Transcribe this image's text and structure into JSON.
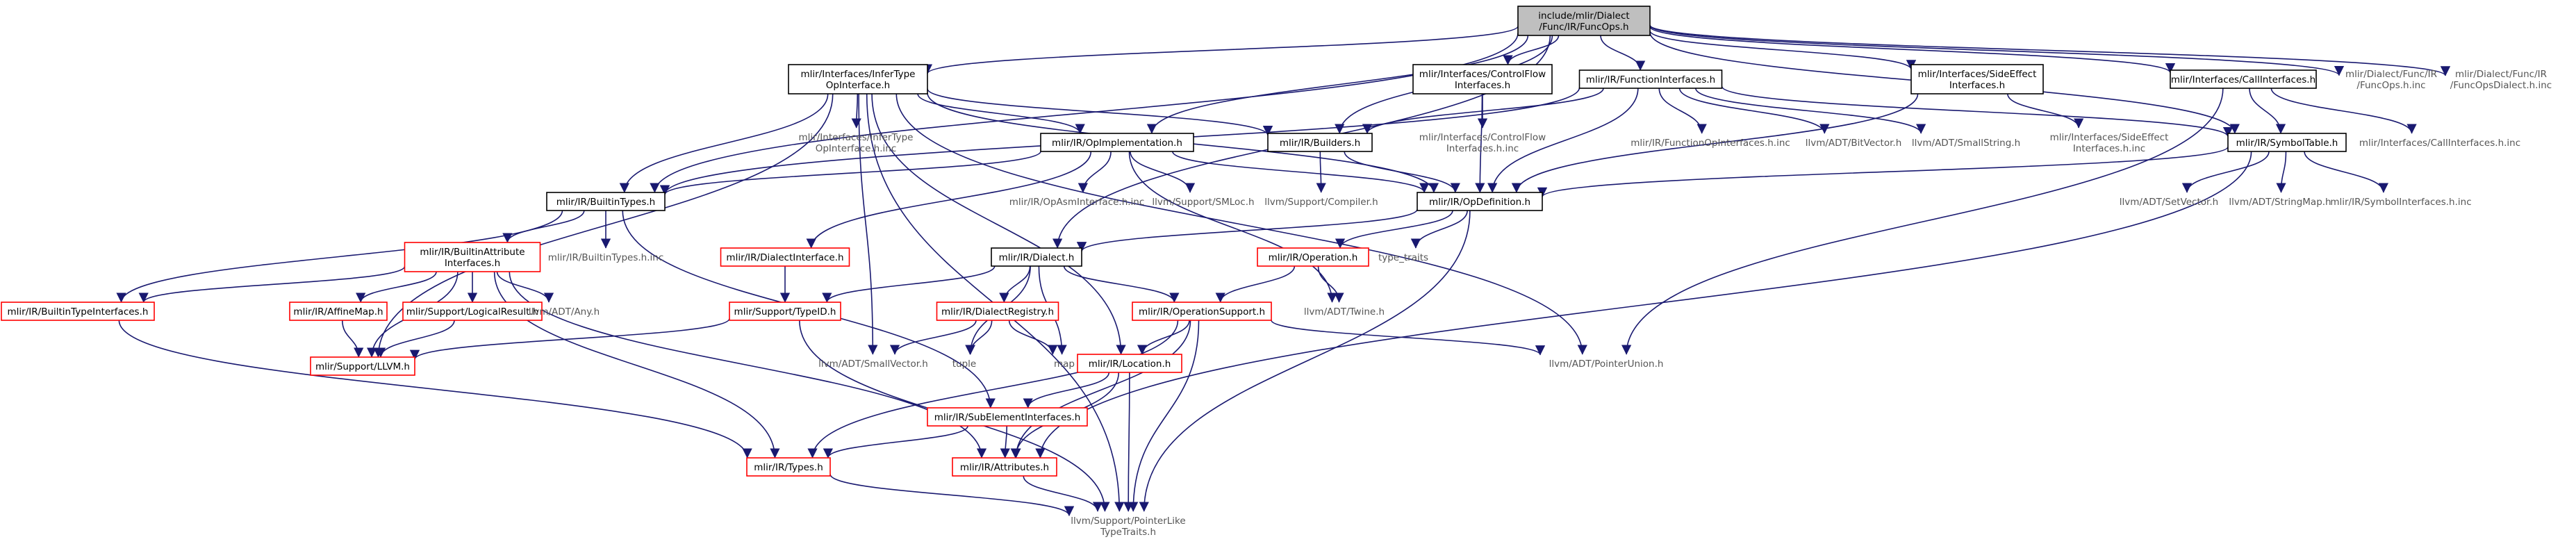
{
  "graph": {
    "nodes": [
      {
        "id": "root",
        "lines": [
          "include/mlir/Dialect",
          "/Func/IR/FuncOps.h"
        ],
        "style": "root"
      },
      {
        "id": "infertype",
        "lines": [
          "mlir/Interfaces/InferType",
          "OpInterface.h"
        ],
        "style": "black"
      },
      {
        "id": "controlflow",
        "lines": [
          "mlir/Interfaces/ControlFlow",
          "Interfaces.h"
        ],
        "style": "black"
      },
      {
        "id": "funcif",
        "lines": [
          "mlir/IR/FunctionInterfaces.h"
        ],
        "style": "black"
      },
      {
        "id": "sideeffect",
        "lines": [
          "mlir/Interfaces/SideEffect",
          "Interfaces.h"
        ],
        "style": "black"
      },
      {
        "id": "callif",
        "lines": [
          "mlir/Interfaces/CallInterfaces.h"
        ],
        "style": "black"
      },
      {
        "id": "funcopsinc",
        "lines": [
          "mlir/Dialect/Func/IR",
          "/FuncOps.h.inc"
        ],
        "style": "plain"
      },
      {
        "id": "funcopsdialectinc",
        "lines": [
          "mlir/Dialect/Func/IR",
          "/FuncOpsDialect.h.inc"
        ],
        "style": "plain"
      },
      {
        "id": "infertypeinc",
        "lines": [
          "mlir/Interfaces/InferType",
          "OpInterface.h.inc"
        ],
        "style": "plain"
      },
      {
        "id": "opimpl",
        "lines": [
          "mlir/IR/OpImplementation.h"
        ],
        "style": "black"
      },
      {
        "id": "builders",
        "lines": [
          "mlir/IR/Builders.h"
        ],
        "style": "black"
      },
      {
        "id": "controlflowinc",
        "lines": [
          "mlir/Interfaces/ControlFlow",
          "Interfaces.h.inc"
        ],
        "style": "plain"
      },
      {
        "id": "funcopinc",
        "lines": [
          "mlir/IR/FunctionOpInterfaces.h.inc"
        ],
        "style": "plain"
      },
      {
        "id": "bitvector",
        "lines": [
          "llvm/ADT/BitVector.h"
        ],
        "style": "plain"
      },
      {
        "id": "smallstring",
        "lines": [
          "llvm/ADT/SmallString.h"
        ],
        "style": "plain"
      },
      {
        "id": "sideeffectinc",
        "lines": [
          "mlir/Interfaces/SideEffect",
          "Interfaces.h.inc"
        ],
        "style": "plain"
      },
      {
        "id": "symboltable",
        "lines": [
          "mlir/IR/SymbolTable.h"
        ],
        "style": "black"
      },
      {
        "id": "callifinc",
        "lines": [
          "mlir/Interfaces/CallInterfaces.h.inc"
        ],
        "style": "plain"
      },
      {
        "id": "builtintypes",
        "lines": [
          "mlir/IR/BuiltinTypes.h"
        ],
        "style": "black"
      },
      {
        "id": "opasmif",
        "lines": [
          "mlir/IR/OpAsmInterface.h.inc"
        ],
        "style": "plain"
      },
      {
        "id": "smloc",
        "lines": [
          "llvm/Support/SMLoc.h"
        ],
        "style": "plain"
      },
      {
        "id": "compiler",
        "lines": [
          "llvm/Support/Compiler.h"
        ],
        "style": "plain"
      },
      {
        "id": "opdef",
        "lines": [
          "mlir/IR/OpDefinition.h"
        ],
        "style": "black"
      },
      {
        "id": "setvector",
        "lines": [
          "llvm/ADT/SetVector.h"
        ],
        "style": "plain"
      },
      {
        "id": "stringmap",
        "lines": [
          "llvm/ADT/StringMap.h"
        ],
        "style": "plain"
      },
      {
        "id": "symbolifinc",
        "lines": [
          "mlir/IR/SymbolInterfaces.h.inc"
        ],
        "style": "plain"
      },
      {
        "id": "builtinattrif",
        "lines": [
          "mlir/IR/BuiltinAttribute",
          "Interfaces.h"
        ],
        "style": "red"
      },
      {
        "id": "builtintypesinc",
        "lines": [
          "mlir/IR/BuiltinTypes.h.inc"
        ],
        "style": "plain"
      },
      {
        "id": "dialectif",
        "lines": [
          "mlir/IR/DialectInterface.h"
        ],
        "style": "red"
      },
      {
        "id": "dialect",
        "lines": [
          "mlir/IR/Dialect.h"
        ],
        "style": "black"
      },
      {
        "id": "operation",
        "lines": [
          "mlir/IR/Operation.h"
        ],
        "style": "red"
      },
      {
        "id": "typetraits",
        "lines": [
          "type_traits"
        ],
        "style": "plain"
      },
      {
        "id": "builtintypeif",
        "lines": [
          "mlir/IR/BuiltinTypeInterfaces.h"
        ],
        "style": "red"
      },
      {
        "id": "affinemap",
        "lines": [
          "mlir/IR/AffineMap.h"
        ],
        "style": "red"
      },
      {
        "id": "logicalresult",
        "lines": [
          "mlir/Support/LogicalResult.h"
        ],
        "style": "red"
      },
      {
        "id": "any",
        "lines": [
          "llvm/ADT/Any.h"
        ],
        "style": "plain"
      },
      {
        "id": "typeid",
        "lines": [
          "mlir/Support/TypeID.h"
        ],
        "style": "red"
      },
      {
        "id": "dialectregistry",
        "lines": [
          "mlir/IR/DialectRegistry.h"
        ],
        "style": "red"
      },
      {
        "id": "opsupport",
        "lines": [
          "mlir/IR/OperationSupport.h"
        ],
        "style": "red"
      },
      {
        "id": "twine",
        "lines": [
          "llvm/ADT/Twine.h"
        ],
        "style": "plain"
      },
      {
        "id": "llvmh",
        "lines": [
          "mlir/Support/LLVM.h"
        ],
        "style": "red"
      },
      {
        "id": "smallvector",
        "lines": [
          "llvm/ADT/SmallVector.h"
        ],
        "style": "plain"
      },
      {
        "id": "tuple",
        "lines": [
          "tuple"
        ],
        "style": "plain"
      },
      {
        "id": "map",
        "lines": [
          "map"
        ],
        "style": "plain"
      },
      {
        "id": "location",
        "lines": [
          "mlir/IR/Location.h"
        ],
        "style": "red"
      },
      {
        "id": "pointerunion",
        "lines": [
          "llvm/ADT/PointerUnion.h"
        ],
        "style": "plain"
      },
      {
        "id": "subelement",
        "lines": [
          "mlir/IR/SubElementInterfaces.h"
        ],
        "style": "red"
      },
      {
        "id": "types",
        "lines": [
          "mlir/IR/Types.h"
        ],
        "style": "red"
      },
      {
        "id": "attributes",
        "lines": [
          "mlir/IR/Attributes.h"
        ],
        "style": "red"
      },
      {
        "id": "pointerlike",
        "lines": [
          "llvm/Support/PointerLike",
          "TypeTraits.h"
        ],
        "style": "plain"
      }
    ],
    "edges": [
      [
        "root",
        "infertype"
      ],
      [
        "root",
        "controlflow"
      ],
      [
        "root",
        "funcif"
      ],
      [
        "root",
        "sideeffect"
      ],
      [
        "root",
        "callif"
      ],
      [
        "root",
        "funcopsinc"
      ],
      [
        "root",
        "funcopsdialectinc"
      ],
      [
        "root",
        "builtintypes"
      ],
      [
        "root",
        "opimpl"
      ],
      [
        "root",
        "builders"
      ],
      [
        "root",
        "symboltable"
      ],
      [
        "root",
        "dialect"
      ],
      [
        "infertype",
        "infertypeinc"
      ],
      [
        "infertype",
        "builtintypes"
      ],
      [
        "infertype",
        "builders"
      ],
      [
        "infertype",
        "opdef"
      ],
      [
        "infertype",
        "opimpl"
      ],
      [
        "infertype",
        "llvmh"
      ],
      [
        "infertype",
        "smallvector"
      ],
      [
        "infertype",
        "location"
      ],
      [
        "infertype",
        "pointerlike"
      ],
      [
        "infertype",
        "pointerunion"
      ],
      [
        "controlflow",
        "controlflowinc"
      ],
      [
        "controlflow",
        "opdef"
      ],
      [
        "funcif",
        "funcopinc"
      ],
      [
        "funcif",
        "bitvector"
      ],
      [
        "funcif",
        "smallstring"
      ],
      [
        "funcif",
        "builtintypes"
      ],
      [
        "funcif",
        "builders"
      ],
      [
        "funcif",
        "opdef"
      ],
      [
        "funcif",
        "symboltable"
      ],
      [
        "sideeffect",
        "sideeffectinc"
      ],
      [
        "sideeffect",
        "opdef"
      ],
      [
        "callif",
        "callifinc"
      ],
      [
        "callif",
        "symboltable"
      ],
      [
        "callif",
        "pointerunion"
      ],
      [
        "opimpl",
        "builtintypes"
      ],
      [
        "opimpl",
        "opasmif"
      ],
      [
        "opimpl",
        "smloc"
      ],
      [
        "opimpl",
        "opdef"
      ],
      [
        "opimpl",
        "dialectif"
      ],
      [
        "opimpl",
        "twine"
      ],
      [
        "builders",
        "compiler"
      ],
      [
        "builders",
        "opdef"
      ],
      [
        "symboltable",
        "opdef"
      ],
      [
        "symboltable",
        "setvector"
      ],
      [
        "symboltable",
        "stringmap"
      ],
      [
        "symboltable",
        "symbolifinc"
      ],
      [
        "symboltable",
        "attributes"
      ],
      [
        "builtintypes",
        "builtinattrif"
      ],
      [
        "builtintypes",
        "builtintypesinc"
      ],
      [
        "builtintypes",
        "builtintypeif"
      ],
      [
        "builtintypes",
        "subelement"
      ],
      [
        "opdef",
        "dialect"
      ],
      [
        "opdef",
        "operation"
      ],
      [
        "opdef",
        "typetraits"
      ],
      [
        "opdef",
        "pointerlike"
      ],
      [
        "builtinattrif",
        "builtintypeif"
      ],
      [
        "builtinattrif",
        "affinemap"
      ],
      [
        "builtinattrif",
        "logicalresult"
      ],
      [
        "builtinattrif",
        "any"
      ],
      [
        "builtinattrif",
        "types"
      ],
      [
        "builtinattrif",
        "llvmh"
      ],
      [
        "builtinattrif",
        "attributes"
      ],
      [
        "dialectif",
        "typeid"
      ],
      [
        "dialect",
        "typeid"
      ],
      [
        "dialect",
        "dialectregistry"
      ],
      [
        "dialect",
        "opsupport"
      ],
      [
        "dialect",
        "tuple"
      ],
      [
        "dialect",
        "map"
      ],
      [
        "operation",
        "opsupport"
      ],
      [
        "operation",
        "twine"
      ],
      [
        "builtintypeif",
        "types"
      ],
      [
        "affinemap",
        "llvmh"
      ],
      [
        "logicalresult",
        "llvmh"
      ],
      [
        "typeid",
        "llvmh"
      ],
      [
        "typeid",
        "pointerlike"
      ],
      [
        "dialectregistry",
        "smallvector"
      ],
      [
        "dialectregistry",
        "tuple"
      ],
      [
        "dialectregistry",
        "map"
      ],
      [
        "opsupport",
        "location"
      ],
      [
        "opsupport",
        "pointerunion"
      ],
      [
        "opsupport",
        "attributes"
      ],
      [
        "opsupport",
        "types"
      ],
      [
        "opsupport",
        "pointerlike"
      ],
      [
        "location",
        "subelement"
      ],
      [
        "location",
        "attributes"
      ],
      [
        "location",
        "pointerlike"
      ],
      [
        "subelement",
        "types"
      ],
      [
        "subelement",
        "attributes"
      ],
      [
        "types",
        "pointerlike"
      ],
      [
        "attributes",
        "pointerlike"
      ]
    ]
  }
}
